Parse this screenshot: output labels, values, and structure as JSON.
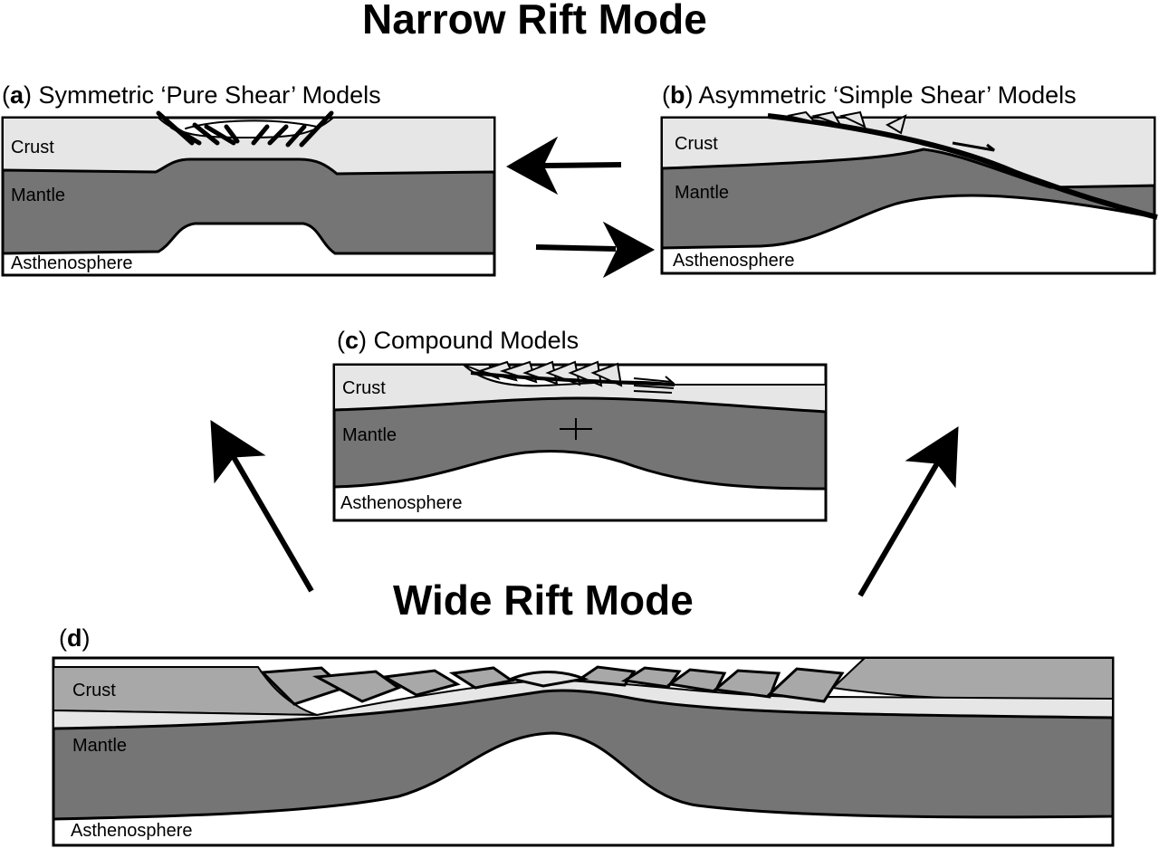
{
  "diagram": {
    "narrow_title": "Narrow Rift Mode",
    "wide_title": "Wide Rift Mode",
    "panels": {
      "a": {
        "letter": "a",
        "title": "Symmetric ‘Pure Shear’ Models"
      },
      "b": {
        "letter": "b",
        "title": "Asymmetric ‘Simple Shear’ Models"
      },
      "c": {
        "letter": "c",
        "title": "Compound Models"
      },
      "d": {
        "letter": "d",
        "title": ""
      }
    },
    "layers": {
      "crust": "Crust",
      "mantle": "Mantle",
      "asthenosphere": "Asthenosphere"
    },
    "colors": {
      "crust_light": "#e6e6e6",
      "crust_medium": "#a8a8a8",
      "mantle": "#757575",
      "asthenosphere": "#ffffff",
      "ink": "#000000"
    }
  }
}
